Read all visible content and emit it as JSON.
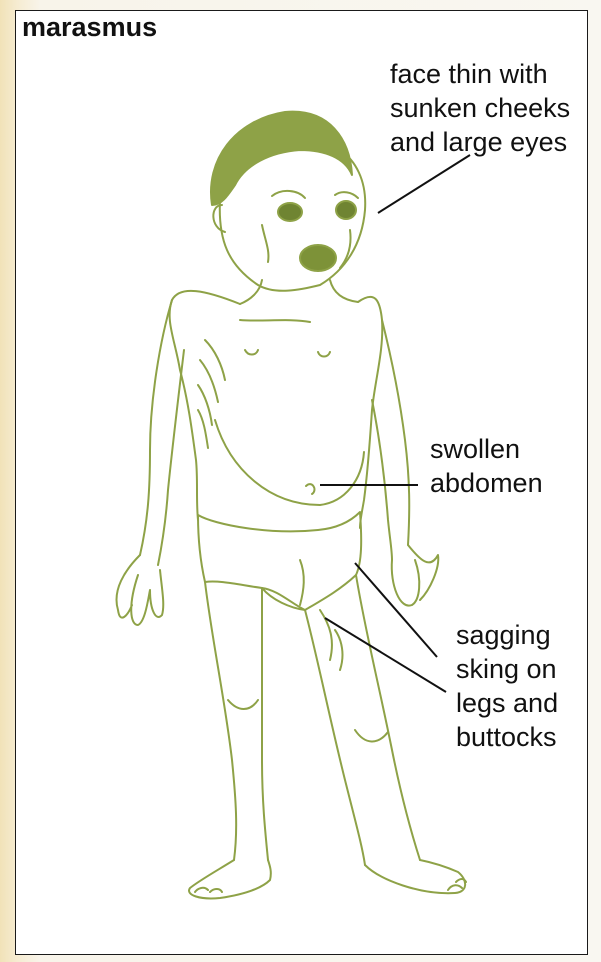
{
  "title": "marasmus",
  "colors": {
    "illustration": "#8ea247",
    "illustration_dark": "#6f8432",
    "frame": "#1a1a1a",
    "label_text": "#111111"
  },
  "labels": {
    "face": [
      "face thin with",
      "sunken cheeks",
      "and large eyes"
    ],
    "abdomen": [
      "swollen",
      "abdomen"
    ],
    "legs": [
      "sagging",
      "sking on",
      "legs and",
      "buttocks"
    ]
  }
}
